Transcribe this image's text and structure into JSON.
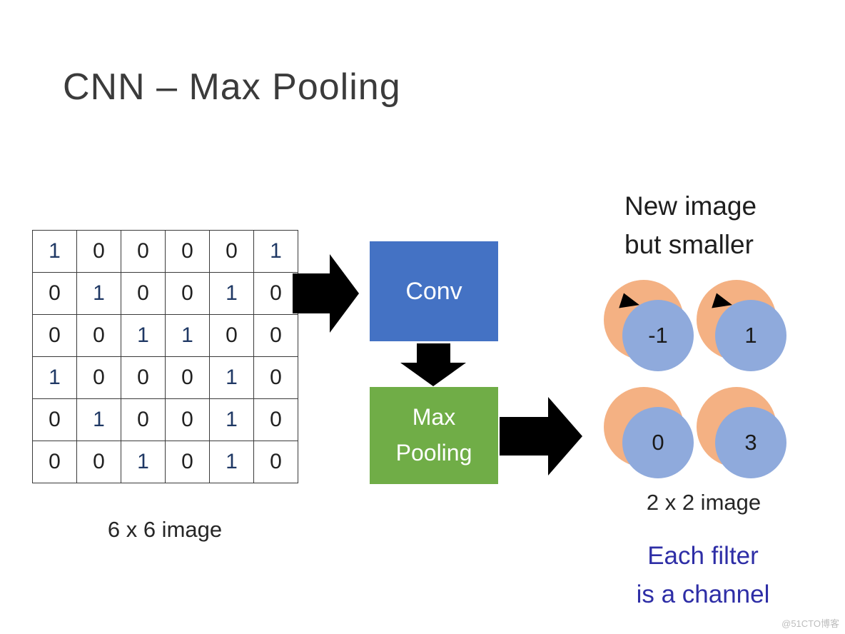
{
  "title": "CNN – Max Pooling",
  "matrix": {
    "rows": [
      [
        "1",
        "0",
        "0",
        "0",
        "0",
        "1"
      ],
      [
        "0",
        "1",
        "0",
        "0",
        "1",
        "0"
      ],
      [
        "0",
        "0",
        "1",
        "1",
        "0",
        "0"
      ],
      [
        "1",
        "0",
        "0",
        "0",
        "1",
        "0"
      ],
      [
        "0",
        "1",
        "0",
        "0",
        "1",
        "0"
      ],
      [
        "0",
        "0",
        "1",
        "0",
        "1",
        "0"
      ]
    ],
    "caption": "6 x 6 image",
    "one_color": "#1F3864",
    "zero_color": "#212121"
  },
  "conv_box": {
    "label": "Conv",
    "color": "#4472C4"
  },
  "pool_box": {
    "label": "Max Pooling",
    "color": "#70AD47"
  },
  "output": {
    "header_lines": [
      "New image",
      "but smaller"
    ],
    "values": [
      "-1",
      "1",
      "0",
      "3"
    ],
    "caption": "2 x 2 image",
    "note_lines": [
      "Each filter",
      "is a channel"
    ],
    "note_color": "#2E2EA6",
    "front_circle_color": "#8FAADC",
    "back_circle_color": "#F4B183",
    "arrow_color": "#000000"
  },
  "watermark": "@51CTO博客"
}
